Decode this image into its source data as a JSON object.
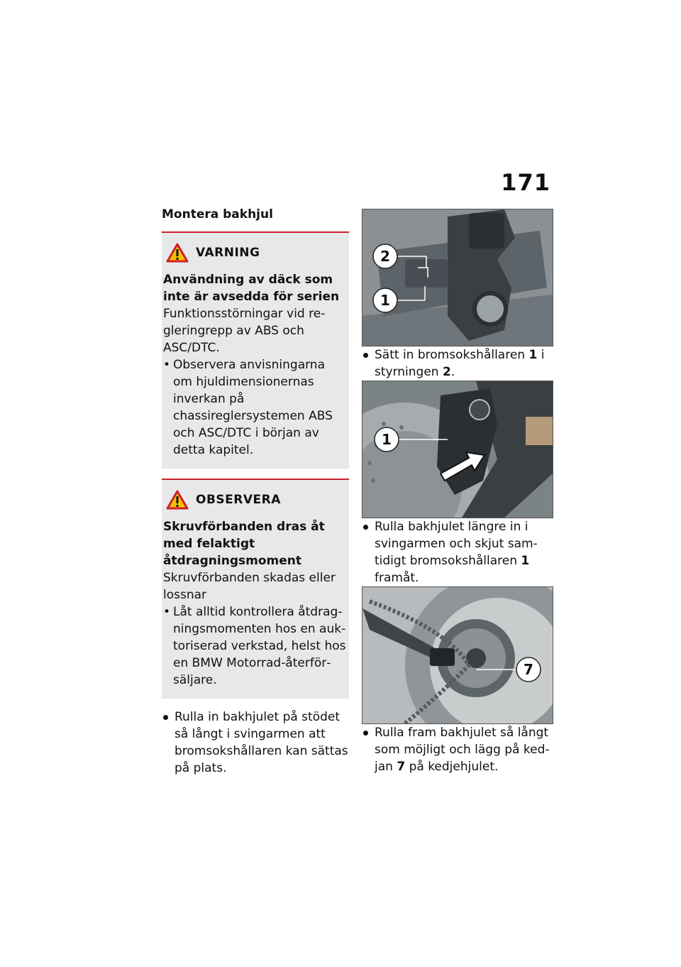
{
  "page_number": "171",
  "left": {
    "title": "Montera bakhjul",
    "warning": {
      "label": "VARNING",
      "subtitle": "Användning av däck som inte är avsedda för serien",
      "text": "Funktionsstörningar vid re­gleringrepp av ABS och ASC/DTC.",
      "bullet": "Observera anvisningarna om hjuldimensionernas inver­kan på chassireglersystemen ABS och ASC/DTC i början av detta kapitel."
    },
    "notice": {
      "label": "OBSERVERA",
      "subtitle": "Skruvförbanden dras åt med felaktigt åtdragningsmo­ment",
      "text": "Skruvförbanden skadas eller lossnar",
      "bullet": "Låt alltid kontrollera åtdrag­ningsmomenten hos en auk­toriserad verkstad, helst hos en BMW Motorrad-återför­säljare."
    },
    "step": "Rulla in bakhjulet på stödet så långt i svingarmen att brom­sokshållaren kan sättas på plats."
  },
  "right": {
    "photo1": {
      "callouts": [
        "2",
        "1"
      ]
    },
    "step1": {
      "before": "Sätt in bromsokshållaren ",
      "ref1": "1",
      "middle": " i styrningen ",
      "ref2": "2",
      "after": "."
    },
    "photo2": {
      "callouts": [
        "1"
      ]
    },
    "step2": {
      "before": "Rulla bakhjulet längre in i svingarmen och skjut sam­tidigt bromsokshållaren ",
      "ref1": "1",
      "after": " framåt."
    },
    "photo3": {
      "callouts": [
        "7"
      ]
    },
    "step3": {
      "before": "Rulla fram bakhjulet så långt som möjligt och lägg på ked­jan ",
      "ref1": "7",
      "after": " på kedjehjulet."
    }
  },
  "colors": {
    "accent_red": "#d0202a",
    "box_gray": "#e7e8e9",
    "warning_yellow": "#f3c100"
  },
  "icons": {
    "warning": "warning-triangle-icon"
  }
}
